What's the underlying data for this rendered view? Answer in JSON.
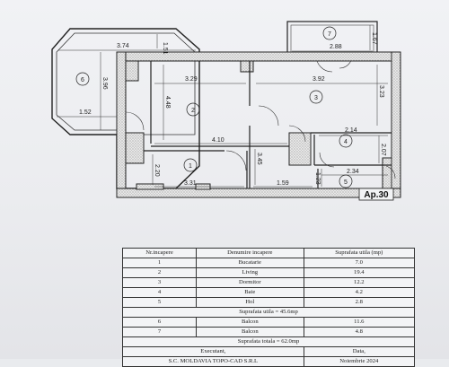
{
  "plan": {
    "dims": {
      "balcony6_width": "3.74",
      "balcony6_small": "1.51",
      "balcony6_height": "3.96",
      "balcony6_lower": "1.52",
      "balcony7_width": "2.88",
      "balcony7_small": "1.67",
      "living_width": "3.29",
      "living_height": "4.48",
      "bedroom_width": "3.92",
      "bedroom_height": "3.23",
      "corridor_width": "4.10",
      "bath_width": "2.14",
      "bath_height": "2.07",
      "kitchen_width": "3.31",
      "kitchen_height": "2.20",
      "hall_mid_height": "3.45",
      "hall_bottom_width": "1.59",
      "hol_width": "2.34",
      "hol_height": "1.23"
    },
    "rooms": {
      "kitchen": "1",
      "living": "2",
      "bedroom": "3",
      "bath": "4",
      "hall": "5",
      "balcony6": "6",
      "balcony7": "7"
    },
    "apartment_label": "Ap.30"
  },
  "table": {
    "headers": [
      "Nr.incapere",
      "Denumire incapere",
      "Suprafata utila (mp)"
    ],
    "rooms": [
      {
        "nr": "1",
        "name": "Bucatarie",
        "area": "7.0"
      },
      {
        "nr": "2",
        "name": "Living",
        "area": "19.4"
      },
      {
        "nr": "3",
        "name": "Dormitor",
        "area": "12.2"
      },
      {
        "nr": "4",
        "name": "Baie",
        "area": "4.2"
      },
      {
        "nr": "5",
        "name": "Hol",
        "area": "2.8"
      }
    ],
    "useful_total": "Suprafata utila = 45.6mp",
    "balconies": [
      {
        "nr": "6",
        "name": "Balcon",
        "area": "11.6"
      },
      {
        "nr": "7",
        "name": "Balcon",
        "area": "4.8"
      }
    ],
    "grand_total": "Suprafata totala = 62.0mp",
    "executant_label": "Executant,",
    "date_label": "Data,",
    "executant_name": "S.C. MOLDAVIA TOPO-CAD S.R.L",
    "date_value": "Noiembrie 2024"
  }
}
